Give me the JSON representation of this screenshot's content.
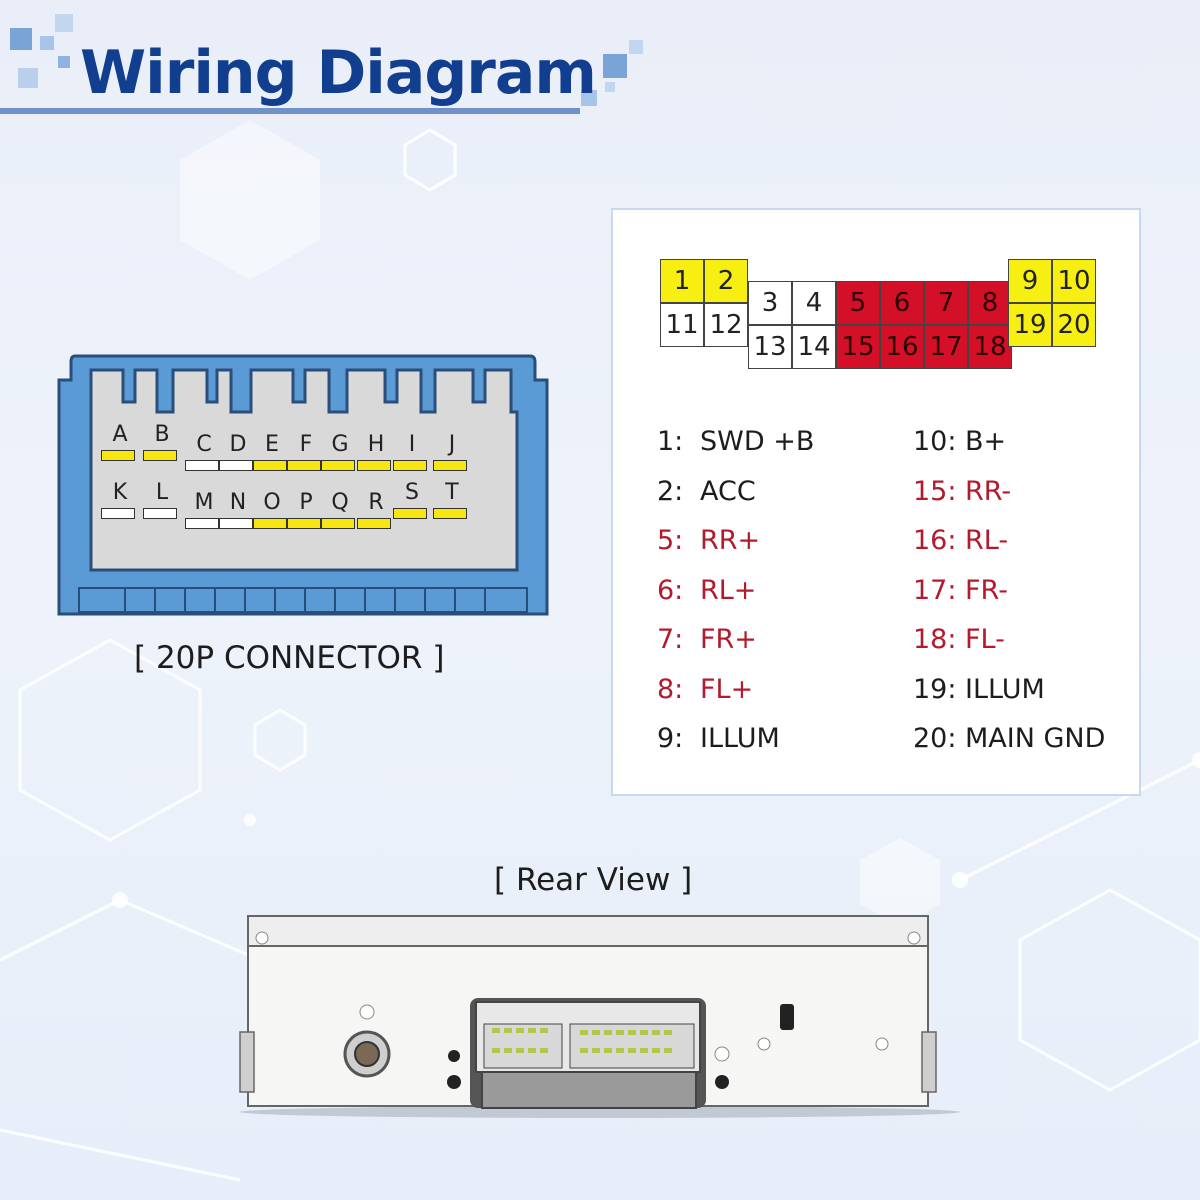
{
  "title": "Wiring Diagram",
  "connector": {
    "label": "[ 20P CONNECTOR ]",
    "top_row": [
      {
        "letter": "A",
        "color": "yellow"
      },
      {
        "letter": "B",
        "color": "yellow"
      },
      {
        "letter": "C",
        "color": "white"
      },
      {
        "letter": "D",
        "color": "white"
      },
      {
        "letter": "E",
        "color": "yellow"
      },
      {
        "letter": "F",
        "color": "yellow"
      },
      {
        "letter": "G",
        "color": "yellow"
      },
      {
        "letter": "H",
        "color": "yellow"
      },
      {
        "letter": "I",
        "color": "yellow"
      },
      {
        "letter": "J",
        "color": "yellow"
      }
    ],
    "bottom_row": [
      {
        "letter": "K",
        "color": "white"
      },
      {
        "letter": "L",
        "color": "white"
      },
      {
        "letter": "M",
        "color": "white"
      },
      {
        "letter": "N",
        "color": "white"
      },
      {
        "letter": "O",
        "color": "yellow"
      },
      {
        "letter": "P",
        "color": "yellow"
      },
      {
        "letter": "Q",
        "color": "yellow"
      },
      {
        "letter": "R",
        "color": "yellow"
      },
      {
        "letter": "S",
        "color": "yellow"
      },
      {
        "letter": "T",
        "color": "yellow"
      }
    ]
  },
  "pin_grid": [
    {
      "num": "1",
      "color": "yellow"
    },
    {
      "num": "2",
      "color": "yellow"
    },
    {
      "num": "11",
      "color": "white"
    },
    {
      "num": "12",
      "color": "white"
    },
    {
      "num": "3",
      "color": "white"
    },
    {
      "num": "4",
      "color": "white"
    },
    {
      "num": "13",
      "color": "white"
    },
    {
      "num": "14",
      "color": "white"
    },
    {
      "num": "5",
      "color": "red"
    },
    {
      "num": "6",
      "color": "red"
    },
    {
      "num": "7",
      "color": "red"
    },
    {
      "num": "8",
      "color": "red"
    },
    {
      "num": "15",
      "color": "red"
    },
    {
      "num": "16",
      "color": "red"
    },
    {
      "num": "17",
      "color": "red"
    },
    {
      "num": "18",
      "color": "red"
    },
    {
      "num": "9",
      "color": "yellow"
    },
    {
      "num": "10",
      "color": "yellow"
    },
    {
      "num": "19",
      "color": "yellow"
    },
    {
      "num": "20",
      "color": "yellow"
    }
  ],
  "legend_left": [
    {
      "num": "1:",
      "label": "SWD +B",
      "color": "black"
    },
    {
      "num": "2:",
      "label": "ACC",
      "color": "black"
    },
    {
      "num": "5:",
      "label": "RR+",
      "color": "red"
    },
    {
      "num": "6:",
      "label": "RL+",
      "color": "red"
    },
    {
      "num": "7:",
      "label": "FR+",
      "color": "red"
    },
    {
      "num": "8:",
      "label": "FL+",
      "color": "red"
    },
    {
      "num": "9:",
      "label": "ILLUM",
      "color": "black"
    }
  ],
  "legend_right": [
    {
      "num": "10:",
      "label": "B+",
      "color": "black"
    },
    {
      "num": "15:",
      "label": "RR-",
      "color": "red"
    },
    {
      "num": "16:",
      "label": "RL-",
      "color": "red"
    },
    {
      "num": "17:",
      "label": "FR-",
      "color": "red"
    },
    {
      "num": "18:",
      "label": "FL-",
      "color": "red"
    },
    {
      "num": "19:",
      "label": "ILLUM",
      "color": "black"
    },
    {
      "num": "20:",
      "label": "MAIN GND",
      "color": "black"
    }
  ],
  "rear_view_label": "[ Rear View ]",
  "colors": {
    "title": "#113e8f",
    "connector_blue": "#5b9bd5",
    "pin_yellow": "#f7ef12",
    "pin_red": "#d40f28",
    "legend_red": "#b31a2e"
  }
}
